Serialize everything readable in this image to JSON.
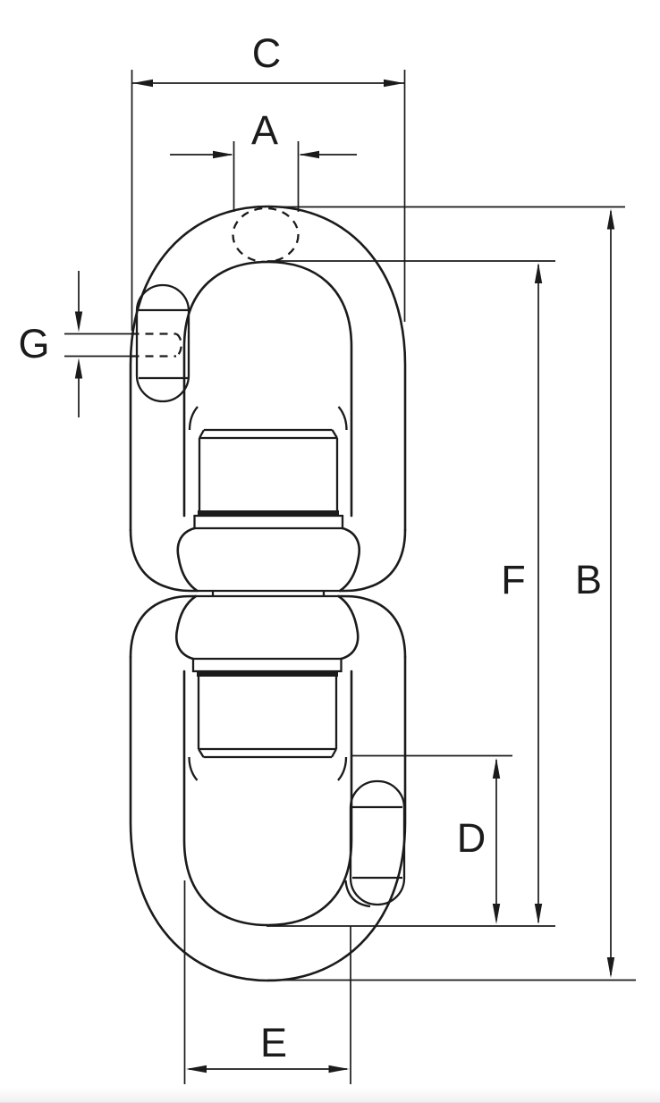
{
  "drawing": {
    "stroke_color": "#1b1b1b",
    "background": "#ffffff",
    "labels": {
      "A": "A",
      "B": "B",
      "C": "C",
      "D": "D",
      "E": "E",
      "F": "F",
      "G": "G"
    }
  }
}
